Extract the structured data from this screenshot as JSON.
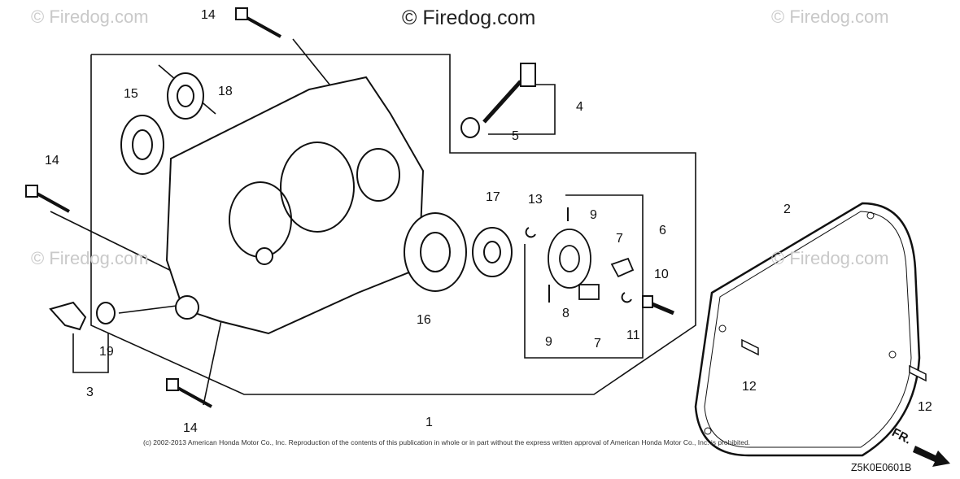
{
  "watermarks": {
    "main": "© Firedog.com",
    "corner": "© Firedog.com",
    "side": "© Firedog.com"
  },
  "callouts": {
    "c14_top": "14",
    "c18": "18",
    "c15": "15",
    "c14_left": "14",
    "c4": "4",
    "c5": "5",
    "c17": "17",
    "c13": "13",
    "c9_top": "9",
    "c6": "6",
    "c7_top": "7",
    "c10": "10",
    "c2": "2",
    "c16": "16",
    "c8": "8",
    "c9_bottom": "9",
    "c7_bottom": "7",
    "c11": "11",
    "c19": "19",
    "c3": "3",
    "c14_bottom": "14",
    "c1": "1",
    "c12_left": "12",
    "c12_right": "12"
  },
  "footer": {
    "copyright": "(c) 2002-2013 American Honda Motor Co., Inc. Reproduction of the contents of this publication in whole or in part without the express written approval of American Honda Motor Co., Inc. is prohibited.",
    "code": "Z5K0E0601B",
    "direction": "FR."
  }
}
